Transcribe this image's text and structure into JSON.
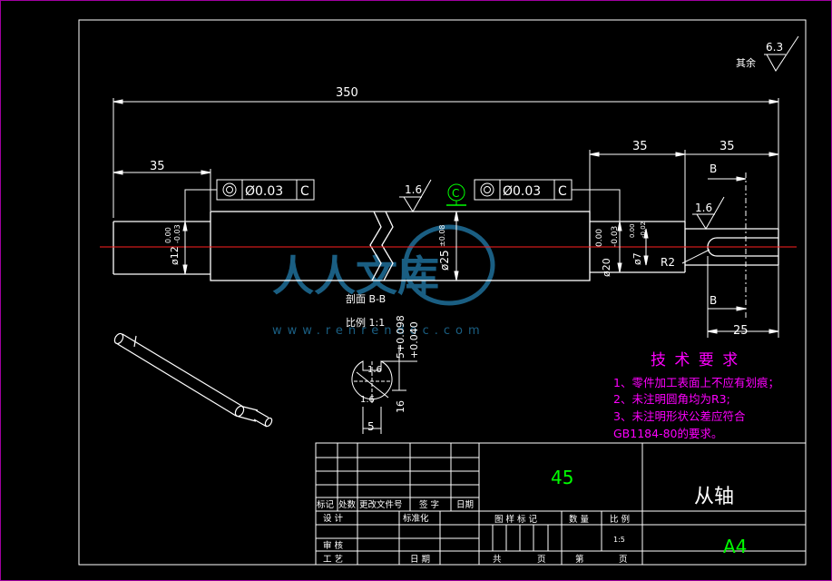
{
  "dims": {
    "overall": "350",
    "left_end": "35",
    "right_a": "35",
    "right_b": "35",
    "keyway_len": "25",
    "radius": "R2",
    "dia_left": "ø12",
    "dia_left_tol_up": "0.00",
    "dia_left_tol_lo": "-0.03",
    "dia_mid": "ø25",
    "dia_mid_tol": "±0.08",
    "dia_right": "ø20",
    "dia_right_tol_up": "0.00",
    "dia_right_tol_lo": "-0.03",
    "dia_small": "ø7",
    "dia_small_tol_up": "0.00",
    "dia_small_tol_lo": "-0.02",
    "section_label_b": "B",
    "sec_h_tol1": "5+0.098",
    "sec_h_tol2": "+0.040",
    "sec_w": "5",
    "sec_dia": "16"
  },
  "tolerance_frames": {
    "left": {
      "value": "Ø0.03",
      "datum": "C"
    },
    "right": {
      "value": "Ø0.03",
      "datum": "C"
    },
    "datum_marker": "C"
  },
  "roughness": {
    "general_label": "其余",
    "general_value": "6.3",
    "mid": "1.6",
    "right": "1.6",
    "section": "1.6"
  },
  "section": {
    "title": "剖面 B-B",
    "scale": "比例 1:1"
  },
  "watermark": {
    "text": "人人文库",
    "url": "www.renrendoc.com"
  },
  "tech_req": {
    "title": "技 术 要 求",
    "items": [
      "1、零件加工表面上不应有划痕；",
      "2、未注明圆角均为R3;",
      "3、未注明形状公差应符合",
      "GB1184-80的要求。"
    ]
  },
  "title_block": {
    "material": "45",
    "part_name": "从轴",
    "sheet_size": "A4",
    "row_headers": [
      "标记",
      "处数",
      "更改文件号",
      "签 字",
      "日期"
    ],
    "design": "设 计",
    "standardize": "标准化",
    "review": "审 核",
    "process": "工 艺",
    "date": "日 期",
    "drawing_mark": "图 样 标 记",
    "weight": "数 量",
    "scale": "比 例",
    "scale_value": "1:5",
    "total": "共",
    "sheet": "页",
    "sheet_no": "第",
    "sheet_page": "页"
  }
}
